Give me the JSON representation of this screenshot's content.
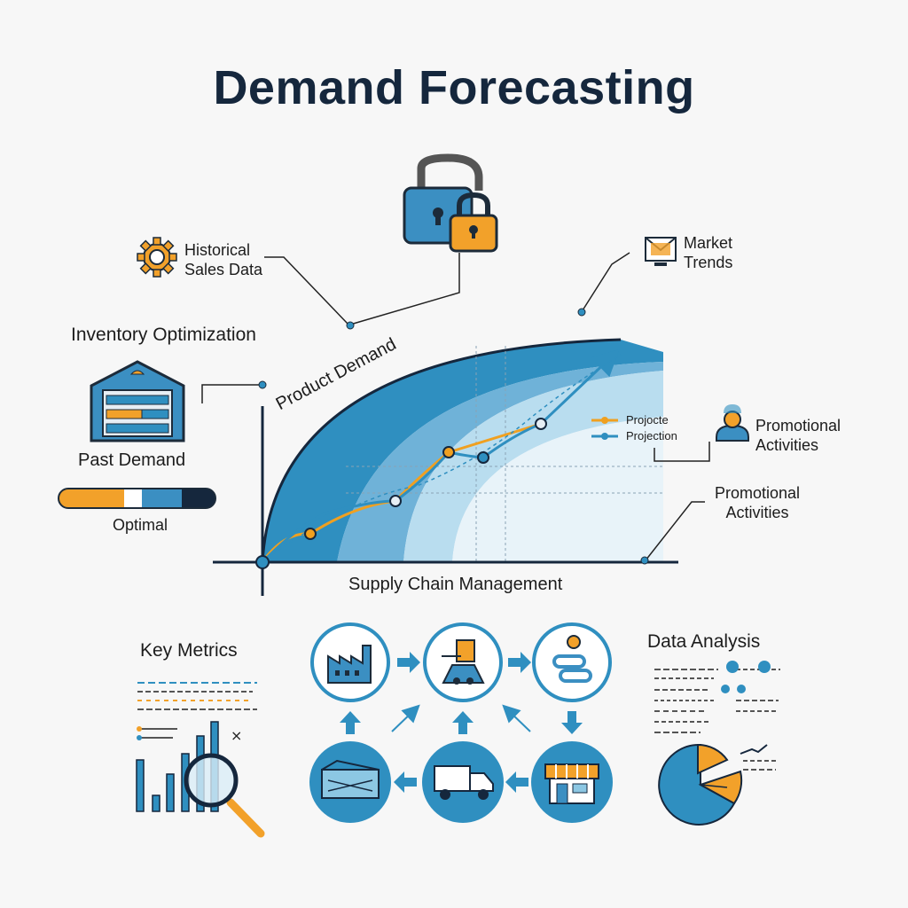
{
  "title": "Demand Forecasting",
  "labels": {
    "historical_sales": [
      "Historical",
      "Sales Data"
    ],
    "market_trends": [
      "Market",
      "Trends"
    ],
    "inventory_optimization": "Inventory Optimization",
    "past_demand": "Past Demand",
    "optimal": "Optimal",
    "product_demand": "Product Demand",
    "supply_chain": "Supply Chain Management",
    "promotional_activities_1": [
      "Promotional",
      "Activities"
    ],
    "promotional_activities_2": [
      "Promotional",
      "Activities"
    ],
    "key_metrics": "Key Metrics",
    "data_analysis": "Data Analysis"
  },
  "legend": [
    {
      "label": "Projocte",
      "color": "#f0a020"
    },
    {
      "label": "Projection",
      "color": "#2f8fc0"
    }
  ],
  "colors": {
    "navy": "#15273d",
    "blue": "#2f8fc0",
    "light_blue": "#8cc7e3",
    "orange": "#f0a020"
  },
  "icons": {
    "lock": "padlock-icon",
    "gear": "gear-icon",
    "mail": "envelope-chart-icon",
    "warehouse": "warehouse-icon",
    "person": "person-pin-icon",
    "factory": "factory-icon",
    "production": "production-icon",
    "chain": "chain-link-icon",
    "cargo": "cargo-icon",
    "truck": "truck-icon",
    "store": "store-icon",
    "magnifier": "magnifier-icon",
    "pie": "pie-chart-icon"
  }
}
